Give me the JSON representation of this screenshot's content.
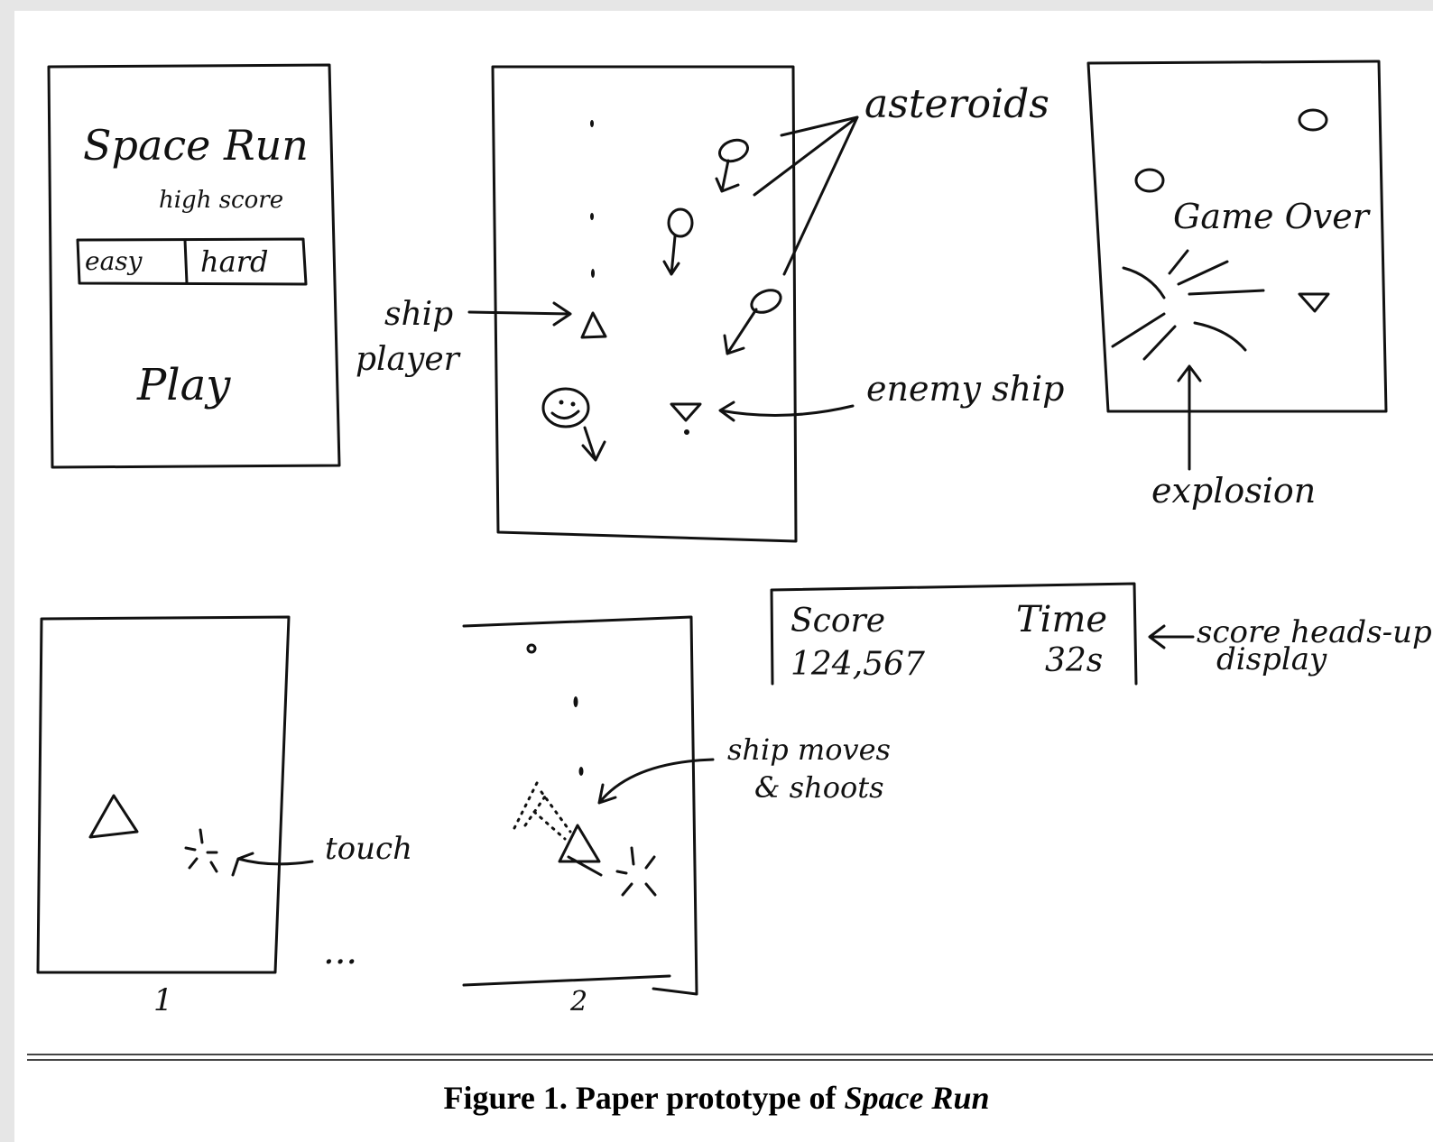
{
  "screen1": {
    "title": "Space Run",
    "high_score": "high score",
    "easy": "easy",
    "hard": "hard",
    "play": "Play"
  },
  "screen2": {
    "label_asteroids": "asteroids",
    "label_ship": "ship",
    "label_player": "player",
    "label_enemy_ship": "enemy ship"
  },
  "screen3": {
    "game_over": "Game Over",
    "label_explosion": "explosion"
  },
  "hud": {
    "score_label": "Score",
    "score_value": "124,567",
    "time_label": "Time",
    "time_value": "32s",
    "annotation_line1": "score heads-up",
    "annotation_line2": "display"
  },
  "bottom": {
    "label_touch": "touch",
    "ellipsis": "...",
    "frame1_number": "1",
    "frame2_number": "2",
    "label_moves_line1": "ship moves",
    "label_moves_line2": "& shoots"
  },
  "caption": {
    "prefix": "Figure 1. Paper prototype of ",
    "title": "Space Run"
  }
}
